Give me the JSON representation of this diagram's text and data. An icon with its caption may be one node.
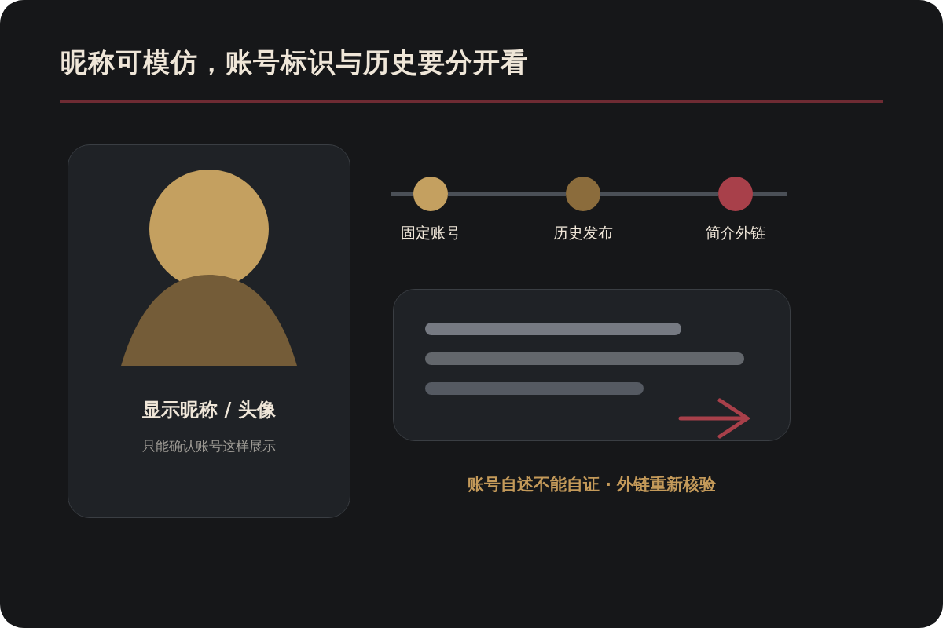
{
  "diagram": {
    "title": "昵称可模仿，账号标识与历史要分开看",
    "nodes": [
      {
        "text": [
          "显示昵称 / 头像",
          "只能确认账号这样展示"
        ]
      },
      {
        "text": [
          "固定账号"
        ]
      },
      {
        "text": [
          "历史发布"
        ]
      },
      {
        "text": [
          "简介外链"
        ]
      },
      {
        "text": [],
        "shape": "box",
        "beside": [
          "账号自述不能自证 · 外链重新核验"
        ]
      }
    ],
    "edges": [
      {
        "from": 1,
        "to": 2,
        "arrow": "none"
      },
      {
        "from": 2,
        "to": 3,
        "arrow": "none"
      }
    ]
  }
}
